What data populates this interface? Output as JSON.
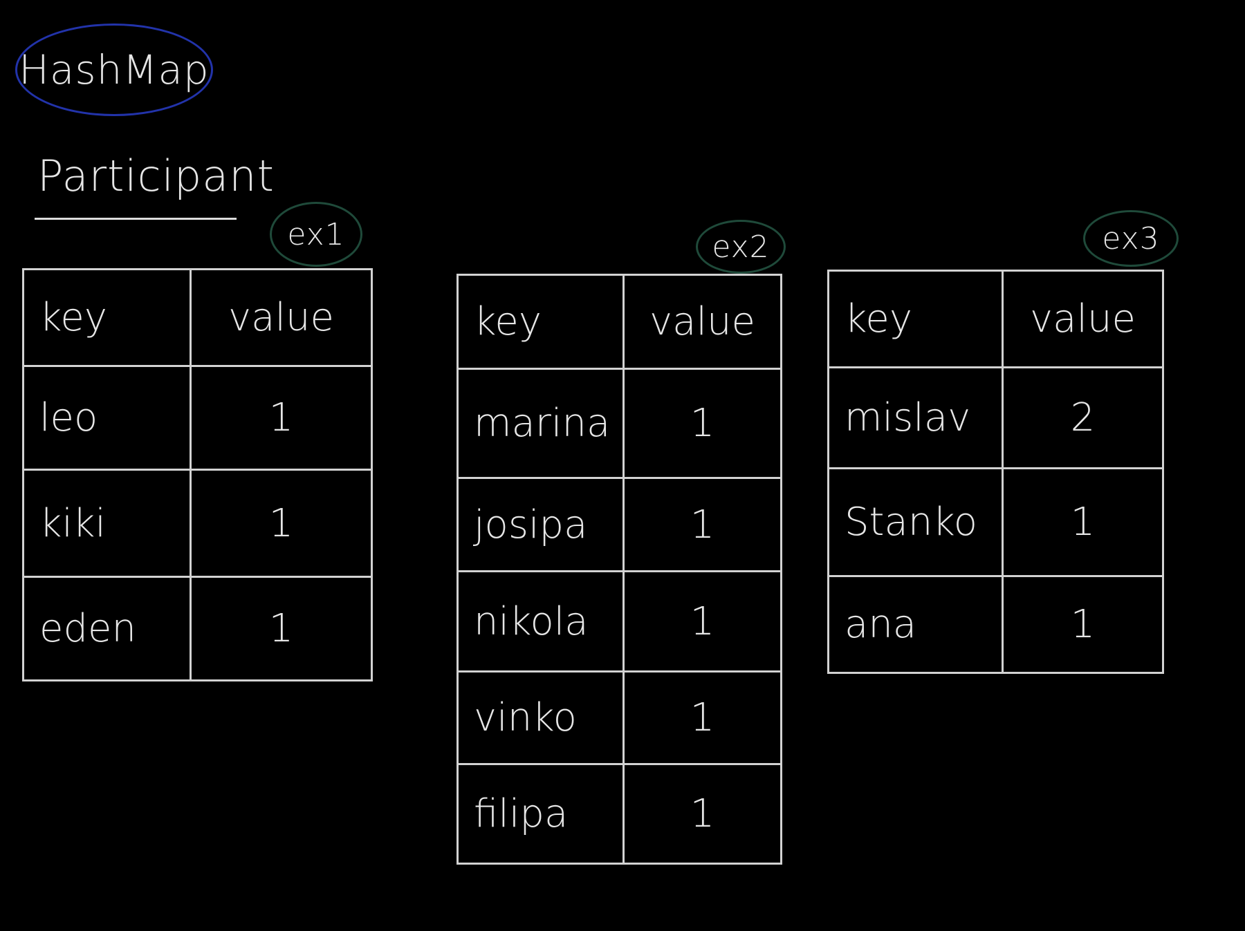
{
  "title": "HashMap",
  "subtitle": "Participant",
  "header": {
    "key": "key",
    "value": "value"
  },
  "colors": {
    "title_ellipse": "#2233aa",
    "tag_ellipse": "#1f4a3a",
    "chalk": "#e6e6e6",
    "background": "#000000"
  },
  "examples": [
    {
      "tag": "ex1",
      "rows": [
        {
          "key": "leo",
          "value": "1"
        },
        {
          "key": "kiki",
          "value": "1"
        },
        {
          "key": "eden",
          "value": "1"
        }
      ]
    },
    {
      "tag": "ex2",
      "rows": [
        {
          "key": "marina",
          "value": "1"
        },
        {
          "key": "josipa",
          "value": "1"
        },
        {
          "key": "nikola",
          "value": "1"
        },
        {
          "key": "vinko",
          "value": "1"
        },
        {
          "key": "filipa",
          "value": "1"
        }
      ]
    },
    {
      "tag": "ex3",
      "rows": [
        {
          "key": "mislav",
          "value": "2"
        },
        {
          "key": "Stanko",
          "value": "1"
        },
        {
          "key": "ana",
          "value": "1"
        }
      ]
    }
  ]
}
